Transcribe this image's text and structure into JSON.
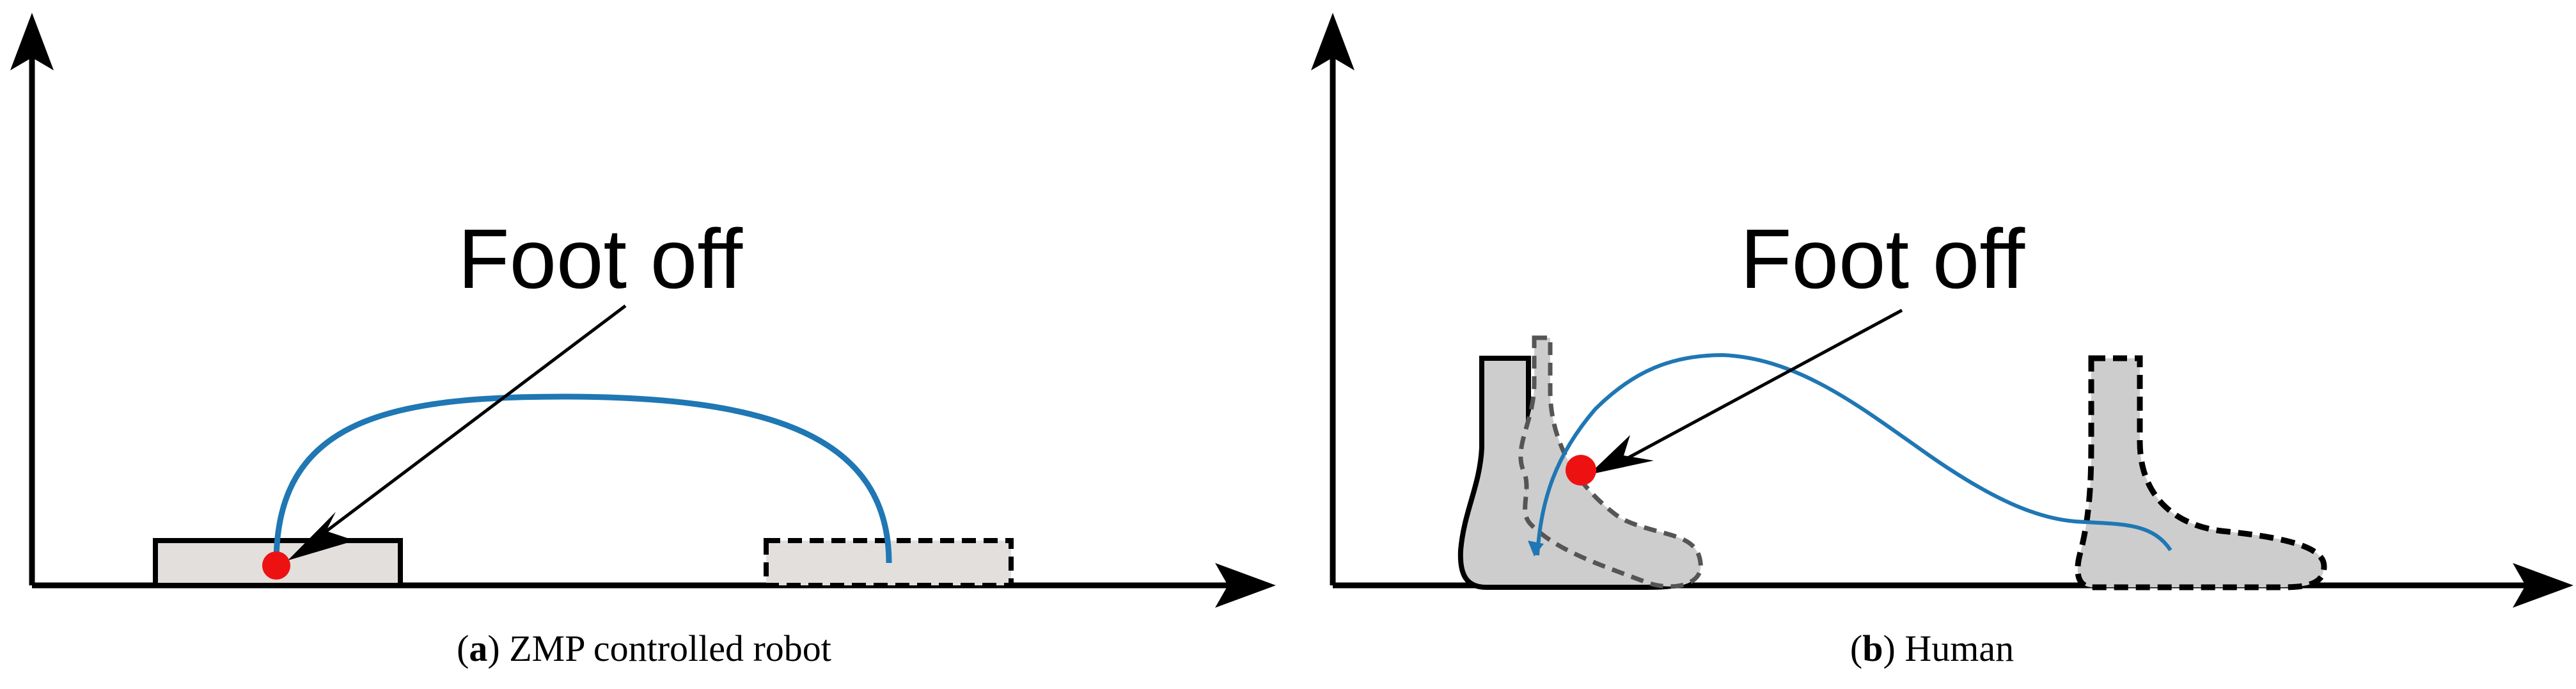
{
  "panel_a": {
    "letter": "a",
    "caption": "ZMP controlled robot",
    "annotation": "Foot off"
  },
  "panel_b": {
    "letter": "b",
    "caption": "Human",
    "annotation": "Foot off"
  },
  "colors": {
    "zmp_trajectory": "#1f77b4",
    "contact_point": "#ee1111",
    "foot_fill_robot": "#e3dfdc",
    "foot_fill_human": "#cdcdcd",
    "axis": "#000000"
  }
}
